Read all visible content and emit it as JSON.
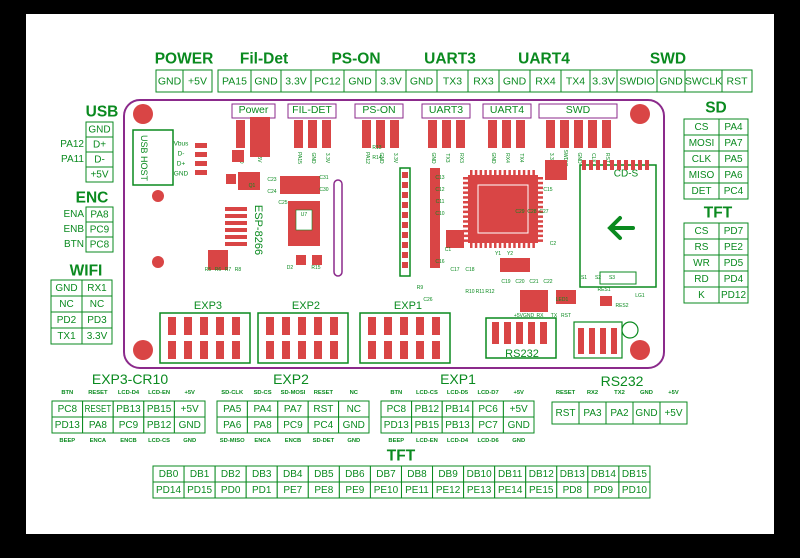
{
  "colors": {
    "green": "#0a8a1f",
    "red": "#d94545",
    "purple": "#8b2a8b",
    "white": "#ffffff",
    "black": "#000000"
  },
  "top_headers": [
    {
      "id": "power",
      "label": "POWER",
      "pins": [
        "GND",
        "+5V"
      ]
    },
    {
      "id": "fildet",
      "label": "Fil-Det",
      "pins": [
        "PA15",
        "GND",
        "3.3V"
      ]
    },
    {
      "id": "pson",
      "label": "PS-ON",
      "pins": [
        "PC12",
        "GND",
        "3.3V"
      ]
    },
    {
      "id": "uart3",
      "label": "UART3",
      "pins": [
        "GND",
        "TX3",
        "RX3"
      ]
    },
    {
      "id": "uart4",
      "label": "UART4",
      "pins": [
        "GND",
        "RX4",
        "TX4"
      ]
    },
    {
      "id": "swd",
      "label": "SWD",
      "pins": [
        "3.3V",
        "SWDIO",
        "GND",
        "SWCLK",
        "RST"
      ]
    }
  ],
  "usb": {
    "title": "USB",
    "pins": [
      "GND",
      "D+",
      "D-",
      "+5V"
    ],
    "side": [
      "",
      "PA12",
      "PA11",
      ""
    ]
  },
  "enc": {
    "title": "ENC",
    "pins": [
      "PA8",
      "PC9",
      "PC8"
    ],
    "side": [
      "ENA",
      "ENB",
      "BTN"
    ]
  },
  "wifi": {
    "title": "WIFI",
    "left": [
      "GND",
      "NC",
      "PD2",
      "TX1"
    ],
    "right": [
      "RX1",
      "NC",
      "PD3",
      "3.3V"
    ]
  },
  "sd": {
    "title": "SD",
    "left": [
      "CS",
      "MOSI",
      "CLK",
      "MISO",
      "DET"
    ],
    "right": [
      "PA4",
      "PA7",
      "PA5",
      "PA6",
      "PC4"
    ]
  },
  "tft_right": {
    "title": "TFT",
    "left": [
      "CS",
      "RS",
      "WR",
      "RD",
      "K"
    ],
    "right": [
      "PD7",
      "PE2",
      "PD5",
      "PD4",
      "PD12"
    ]
  },
  "exp3": {
    "title": "EXP3-CR10",
    "top_labels": [
      "BTN",
      "RESET",
      "LCD-D4",
      "LCD-EN",
      "+5V"
    ],
    "row1": [
      "PC8",
      "RESET",
      "PB13",
      "PB15",
      "+5V"
    ],
    "row2": [
      "PD13",
      "PA8",
      "PC9",
      "PB12",
      "GND"
    ],
    "bottom_labels": [
      "BEEP",
      "ENCA",
      "ENCB",
      "LCD-CS",
      "GND"
    ]
  },
  "exp2": {
    "title": "EXP2",
    "top_labels": [
      "SD-CLK",
      "SD-CS",
      "SD-MOSI",
      "RESET",
      "NC"
    ],
    "row1": [
      "PA5",
      "PA4",
      "PA7",
      "RST",
      "NC"
    ],
    "row2": [
      "PA6",
      "PA8",
      "PC9",
      "PC4",
      "GND"
    ],
    "bottom_labels": [
      "SD-MISO",
      "ENCA",
      "ENCB",
      "SD-DET",
      "GND"
    ]
  },
  "exp1": {
    "title": "EXP1",
    "top_labels": [
      "BTN",
      "LCD-CS",
      "LCD-D5",
      "LCD-D7",
      "+5V"
    ],
    "row1": [
      "PC8",
      "PB12",
      "PB14",
      "PC6",
      "+5V"
    ],
    "row2": [
      "PD13",
      "PB15",
      "PB13",
      "PC7",
      "GND"
    ],
    "bottom_labels": [
      "BEEP",
      "LCD-EN",
      "LCD-D4",
      "LCD-D6",
      "GND"
    ]
  },
  "rs232": {
    "title": "RS232",
    "top_labels": [
      "RESET",
      "RX2",
      "TX2",
      "GND",
      "+5V"
    ],
    "row": [
      "RST",
      "PA3",
      "PA2",
      "GND",
      "+5V"
    ]
  },
  "tft_bottom": {
    "title": "TFT",
    "db": [
      "DB0",
      "DB1",
      "DB2",
      "DB3",
      "DB4",
      "DB5",
      "DB6",
      "DB7",
      "DB8",
      "DB9",
      "DB10",
      "DB11",
      "DB12",
      "DB13",
      "DB14",
      "DB15"
    ],
    "pins": [
      "PD14",
      "PD15",
      "PD0",
      "PD1",
      "PE7",
      "PE8",
      "PE9",
      "PE10",
      "PE11",
      "PE12",
      "PE13",
      "PE14",
      "PE15",
      "PD8",
      "PD9",
      "PD10"
    ]
  },
  "board": {
    "conn_labels": [
      "Power",
      "FIL-DET",
      "PS-ON",
      "UART3",
      "UART4",
      "SWD"
    ],
    "conn_pin_labels": [
      [
        "GND",
        "+5V"
      ],
      [
        "PA15",
        "GND",
        "3.3V"
      ],
      [
        "PA12",
        "GND",
        "3.3V"
      ],
      [
        "GND",
        "TX3",
        "RX3"
      ],
      [
        "GND",
        "RX4",
        "TX4"
      ],
      [
        "3.3V",
        "SWDIO",
        "GND",
        "CLK",
        "RST"
      ]
    ],
    "usb_host": "USB HOST",
    "usb_port_labels": [
      "Vbus",
      "D-",
      "D+",
      "GND"
    ],
    "esp": "ESP-8266",
    "exp_labels": [
      "EXP3",
      "EXP2",
      "EXP1"
    ],
    "rs232": "RS232",
    "cds": "CD-S",
    "silk": [
      "C23",
      "C24",
      "C31",
      "C30",
      "C25",
      "U7",
      "D2",
      "R15",
      "Q1",
      "C13",
      "C12",
      "C11",
      "C10",
      "C15",
      "C1",
      "C16",
      "C17",
      "C18",
      "Y1",
      "Y2",
      "C2",
      "C27",
      "C28",
      "C29",
      "R13",
      "R14",
      "R5",
      "R6",
      "R7",
      "R8",
      "C19",
      "C20",
      "C21",
      "C22",
      "LED1",
      "RES1",
      "R10",
      "R11",
      "R12",
      "LG1",
      "RES2",
      "+5VGND",
      "RX",
      "TX",
      "RST",
      "R9",
      "C26",
      "S1",
      "S2",
      "S3"
    ]
  }
}
